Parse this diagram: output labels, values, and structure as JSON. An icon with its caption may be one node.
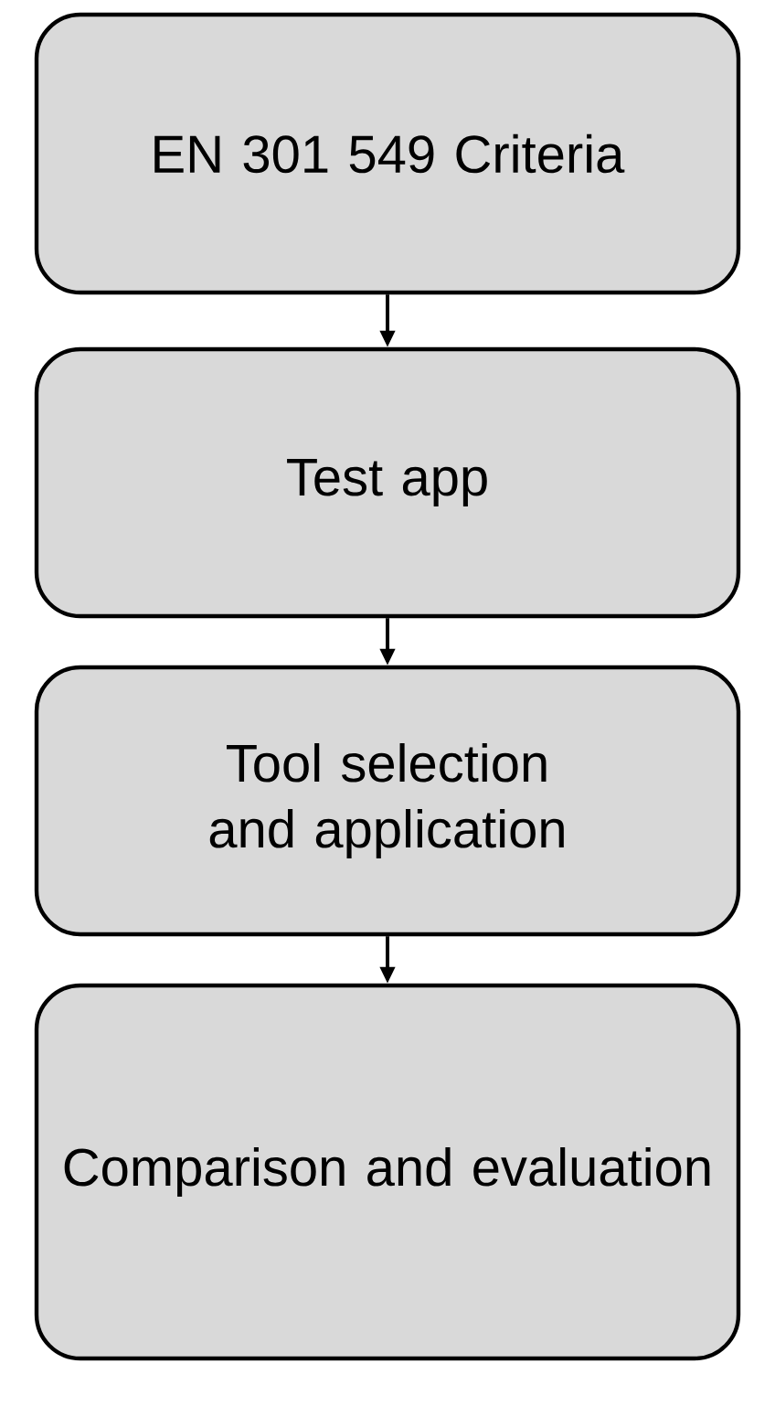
{
  "diagram": {
    "nodes": [
      {
        "text": [
          "EN 301 549 Criteria"
        ]
      },
      {
        "text": [
          "Test app"
        ]
      },
      {
        "text": [
          "Tool selection and application"
        ]
      },
      {
        "text": [
          "Comparison and evaluation"
        ]
      }
    ],
    "edges": [
      {
        "from": 0,
        "to": 1,
        "arrow": "to"
      },
      {
        "from": 1,
        "to": 2,
        "arrow": "to"
      },
      {
        "from": 2,
        "to": 3,
        "arrow": "to"
      }
    ]
  }
}
